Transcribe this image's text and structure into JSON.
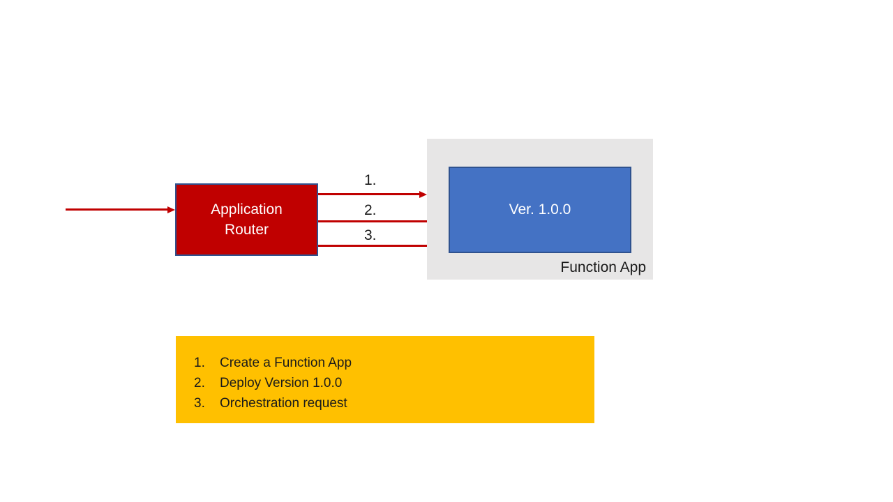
{
  "router": {
    "label": "Application Router"
  },
  "function_app": {
    "label": "Function App",
    "version": "Ver. 1.0.0"
  },
  "arrow_labels": [
    {
      "label": "1."
    },
    {
      "label": "2."
    },
    {
      "label": "3."
    }
  ],
  "legend": {
    "items": [
      {
        "number": "1.",
        "text": "Create a Function App"
      },
      {
        "number": "2.",
        "text": "Deploy Version 1.0.0"
      },
      {
        "number": "3.",
        "text": "Orchestration request"
      }
    ]
  },
  "colors": {
    "arrow_red": "#C00000",
    "router_fill": "#C00000",
    "router_border": "#2F528F",
    "container_gray": "#E7E6E6",
    "version_blue": "#4472C4",
    "version_border": "#2F528F",
    "legend_gold": "#FFC000",
    "text_dark": "#1A1A1A",
    "text_light": "#FFFFFF"
  }
}
